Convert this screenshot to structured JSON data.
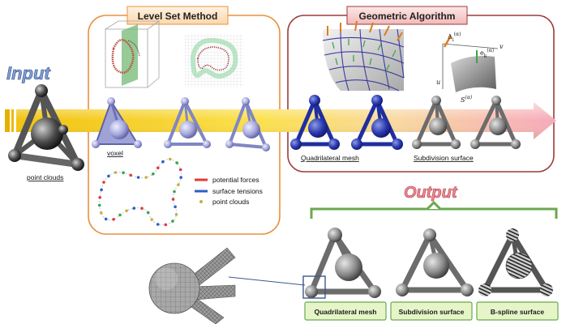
{
  "title_input": "Input",
  "title_output": "Output",
  "levelset": {
    "title": "Level Set Method",
    "voxel_label": "voxel",
    "legend": [
      {
        "label": "potential forces",
        "color": "#e23a3a"
      },
      {
        "label": "surface tensions",
        "color": "#2e5fbf"
      },
      {
        "label": "point clouds",
        "color": "#c8b040"
      }
    ]
  },
  "geometric": {
    "title": "Geometric Algorithm",
    "quad_label": "Quadrilateral mesh",
    "subdiv_label": "Subdivision surface",
    "math": {
      "delta": "Δ",
      "delta_sup": "(α)",
      "delta_sub": "i",
      "e": "e",
      "e_sub": "k",
      "e_sup": "(α)",
      "v": "v",
      "u": "u",
      "s": "S",
      "s_sup": "(α)"
    }
  },
  "input_label": "point clouds",
  "output_buttons": [
    "Quadrilateral mesh",
    "Subdivision surface",
    "B-spline surface"
  ],
  "colors": {
    "arrow_yellow": "#f7d31b",
    "arrow_pink": "#f6a9bb",
    "levelset_border": "#e8913e",
    "geometric_border": "#9c3b3b",
    "output_green": "#6aa84f",
    "button_fill": "#e6f5c8",
    "mesh_blue": "#1f2fa0",
    "mesh_gray": "#6c6c6c"
  }
}
